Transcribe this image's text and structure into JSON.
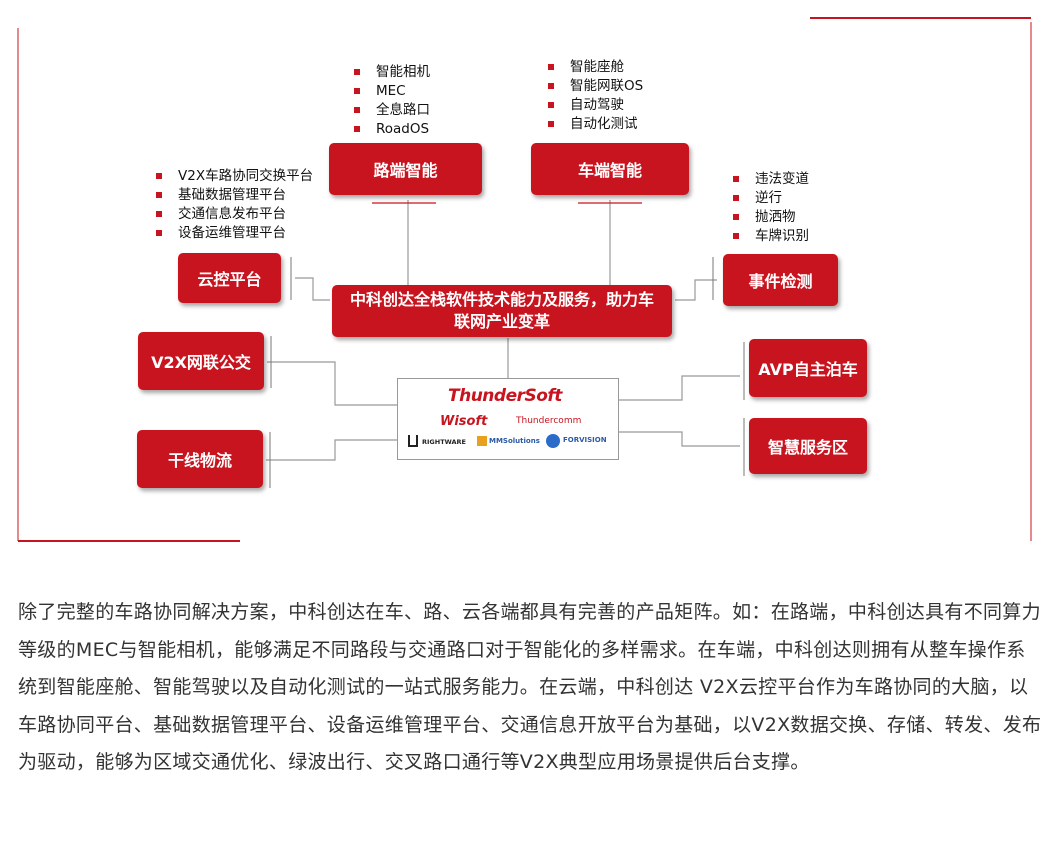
{
  "diagram": {
    "center_title": "中科创达全栈软件技术能力及服务，助力车联网产业变革",
    "nodes": {
      "roadside": "路端智能",
      "vehicle": "车端智能",
      "cloud": "云控平台",
      "event": "事件检测",
      "v2x_bus": "V2X网联公交",
      "trunk": "干线物流",
      "avp": "AVP自主泊车",
      "service_area": "智慧服务区"
    },
    "lists": {
      "roadside": [
        "智能相机",
        "MEC",
        "全息路口",
        "RoadOS"
      ],
      "vehicle": [
        "智能座舱",
        "智能网联OS",
        "自动驾驶",
        "自动化测试"
      ],
      "cloud": [
        "V2X车路协同交换平台",
        "基础数据管理平台",
        "交通信息发布平台",
        "设备运维管理平台"
      ],
      "event": [
        "违法变道",
        "逆行",
        "抛洒物",
        "车牌识别"
      ]
    },
    "logos": {
      "thundersoft": "ThunderSoft",
      "wisoft": "Wisoft",
      "thundercomm": "Thundercomm",
      "rightware": "RIGHTWARE",
      "mm_solutions": "MMSolutions",
      "forvision": "FORVISION"
    },
    "colors": {
      "accent": "#c8141f",
      "line": "#999999"
    }
  },
  "article": {
    "paragraph": "除了完整的车路协同解决方案，中科创达在车、路、云各端都具有完善的产品矩阵。如：在路端，中科创达具有不同算力等级的MEC与智能相机，能够满足不同路段与交通路口对于智能化的多样需求。在车端，中科创达则拥有从整车操作系统到智能座舱、智能驾驶以及自动化测试的一站式服务能力。在云端，中科创达 V2X云控平台作为车路协同的大脑，以车路协同平台、基础数据管理平台、设备运维管理平台、交通信息开放平台为基础，以V2X数据交换、存储、转发、发布为驱动，能够为区域交通优化、绿波出行、交叉路口通行等V2X典型应用场景提供后台支撑。"
  }
}
